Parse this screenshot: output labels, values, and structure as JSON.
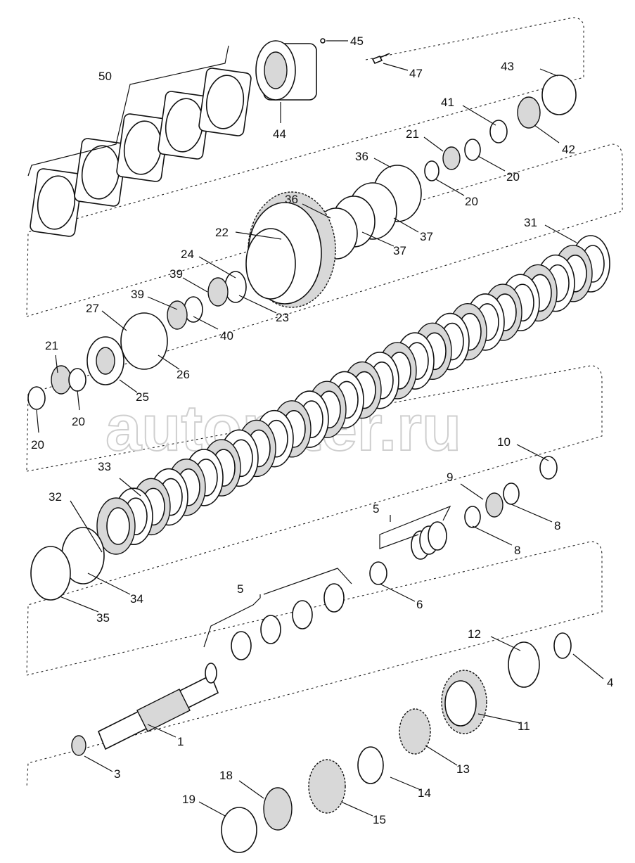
{
  "diagram": {
    "watermark": "autopiter.ru",
    "labels": [
      "45",
      "47",
      "50",
      "43",
      "44",
      "41",
      "42",
      "21",
      "20",
      "36",
      "20",
      "31",
      "22",
      "37",
      "36",
      "37",
      "24",
      "39",
      "39",
      "23",
      "27",
      "40",
      "26",
      "21",
      "25",
      "20",
      "20",
      "10",
      "33",
      "9",
      "32",
      "5",
      "8",
      "8",
      "34",
      "6",
      "35",
      "5",
      "12",
      "4",
      "11",
      "1",
      "13",
      "3",
      "18",
      "14",
      "19",
      "15"
    ]
  }
}
